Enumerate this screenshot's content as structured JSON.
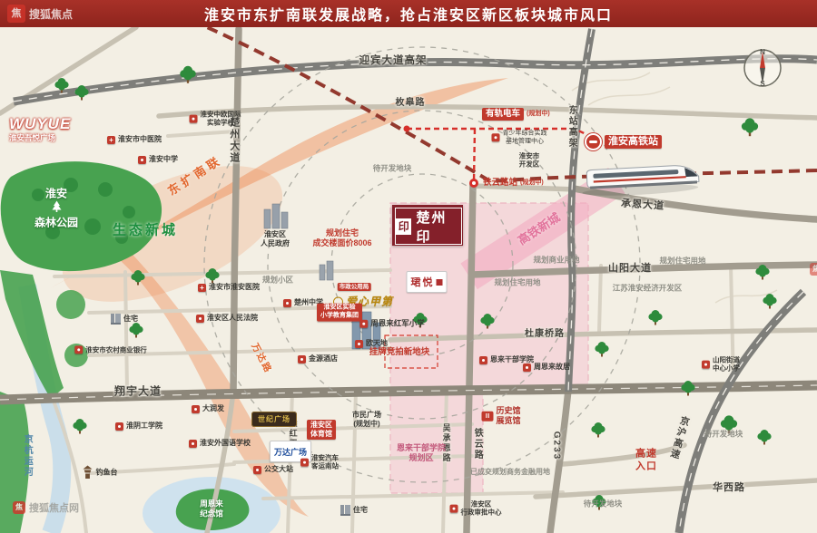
{
  "banner": {
    "title": "淮安市东扩南联发展战略，抢占淮安区新区板块城市风口"
  },
  "watermarks": {
    "top_left": "搜狐焦点",
    "bottom_left": "搜狐焦点网",
    "logo_glyph": "焦"
  },
  "brand": {
    "wuyue": "WUYUE",
    "wuyue_name": "淮安吾悦广场"
  },
  "project": {
    "name": "楚州印",
    "seal_glyph": "印"
  },
  "compass": {
    "north": "N",
    "south": "S"
  },
  "strategy": {
    "dongkuo_nanlian": "东扩南联",
    "gaotie_xincheng": "高铁新城",
    "shengtai_xincheng": "生态新城",
    "wanda_road": "万达路"
  },
  "parks": {
    "forest_l1": "淮安",
    "forest_l2": "森林公园"
  },
  "roads": {
    "yingbin": "迎宾大道高架",
    "meigao": "枚皋路",
    "chuzhou_ave": "楚州大道",
    "dongzhan": "东站高架",
    "chengen": "承恩大道",
    "shanyang": "山阳大道",
    "dukang": "杜康桥路",
    "xiangyu": "翔宇大道",
    "tieyun": "铁云路",
    "g233": "G233",
    "jinghu": "京沪高速",
    "huaxi": "华西路",
    "lianghongyu": "梁红玉路",
    "wuchengen": "吴承恩路",
    "canal": "京杭运河"
  },
  "transit": {
    "tram": "有轨电车",
    "tram_status": "(规划中)",
    "station_tieyun": "铁云路站",
    "station_tieyun_status": "(规划中)",
    "station_hsr": "淮安高铁站"
  },
  "parcels": {
    "price_l1": "规划住宅",
    "price_l2": "成交楼面价8006",
    "auction": "挂牌竞拍新地块",
    "biz": "规划商业用地",
    "res_a": "规划住宅用地",
    "res_b": "规划住宅用地",
    "sold_finance": "已成交规划商务金融用地",
    "pending_a": "待开发地块",
    "pending_b": "待开发地块",
    "pending_c": "待开发地块",
    "planned_estate": "规划小区",
    "dev_zone": "江苏淮安经济开发区",
    "college_zone_l1": "恩来干部学院",
    "college_zone_l2": "规划区",
    "hw_l1": "高速",
    "hw_l2": "入口"
  },
  "pois": {
    "zhongyi_hospital": "淮安市中医院",
    "huaian_middle": "淮安中学",
    "intl_school_l1": "淮安中欧国际",
    "intl_school_l2": "实验学校",
    "youth_base_l1": "青少年综合实践",
    "youth_base_l2": "基地管理中心",
    "city_devzone_l1": "淮安市",
    "city_devzone_l2": "开发区",
    "gov_l1": "淮安区",
    "gov_l2": "人民政府",
    "huaian_hospital": "淮安市淮安医院",
    "chuzhou_middle": "楚州中学",
    "court": "淮安区人民法院",
    "residence_a": "住宅",
    "rural_bank": "淮安市农村商业银行",
    "shizheng": "市政公用局",
    "aixin": "爱心甲第",
    "exp_primary_l1": "淮安区实验",
    "exp_primary_l2": "小学教育集团",
    "red_army": "周恩来红军小学",
    "outiandi": "欧天地",
    "jinyuan": "金源酒店",
    "enlai_college": "恩来干部学院",
    "zhou_guju": "周恩来故居",
    "museum_l1": "历史馆",
    "museum_l2": "展览馆",
    "civic_l1": "市民广场",
    "civic_l2": "(规划中)",
    "gym_l1": "淮安区",
    "gym_l2": "体育馆",
    "shiji_plaza": "世纪广场",
    "wanda": "万达广场",
    "bus_hub": "公交大站",
    "bus_south_l1": "淮安汽车",
    "bus_south_l2": "客运南站",
    "rt_mart": "大润发",
    "hyit": "淮阴工学院",
    "foreign_school": "淮安外国语学校",
    "diaoyutai": "钓鱼台",
    "residence_b": "住宅",
    "admin_l1": "淮安区",
    "admin_l2": "行政审批中心",
    "shanyang_primary_l1": "山阳街道",
    "shanyang_primary_l2": "中心小学",
    "junyue": "珺悦",
    "zhou_memorial_l1": "周恩来",
    "zhou_memorial_l2": "纪念馆"
  }
}
